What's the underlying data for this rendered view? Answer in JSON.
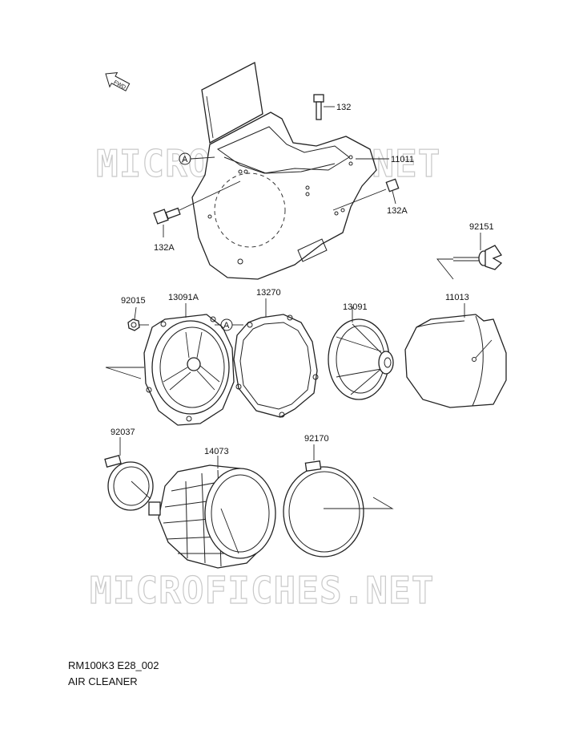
{
  "watermark": "MICROFICHES.NET",
  "fwd_label": "FWD",
  "ref_marker": "A",
  "parts": {
    "p132": "132",
    "p11011": "11011",
    "p132A_right": "132A",
    "p132A_left": "132A",
    "p92151": "92151",
    "p92015": "92015",
    "p13091A": "13091A",
    "p13270": "13270",
    "p13091": "13091",
    "p11013": "11013",
    "p92037": "92037",
    "p14073": "14073",
    "p92170": "92170"
  },
  "footer": {
    "code": "RM100K3 E28_002",
    "title": "AIR CLEANER"
  }
}
